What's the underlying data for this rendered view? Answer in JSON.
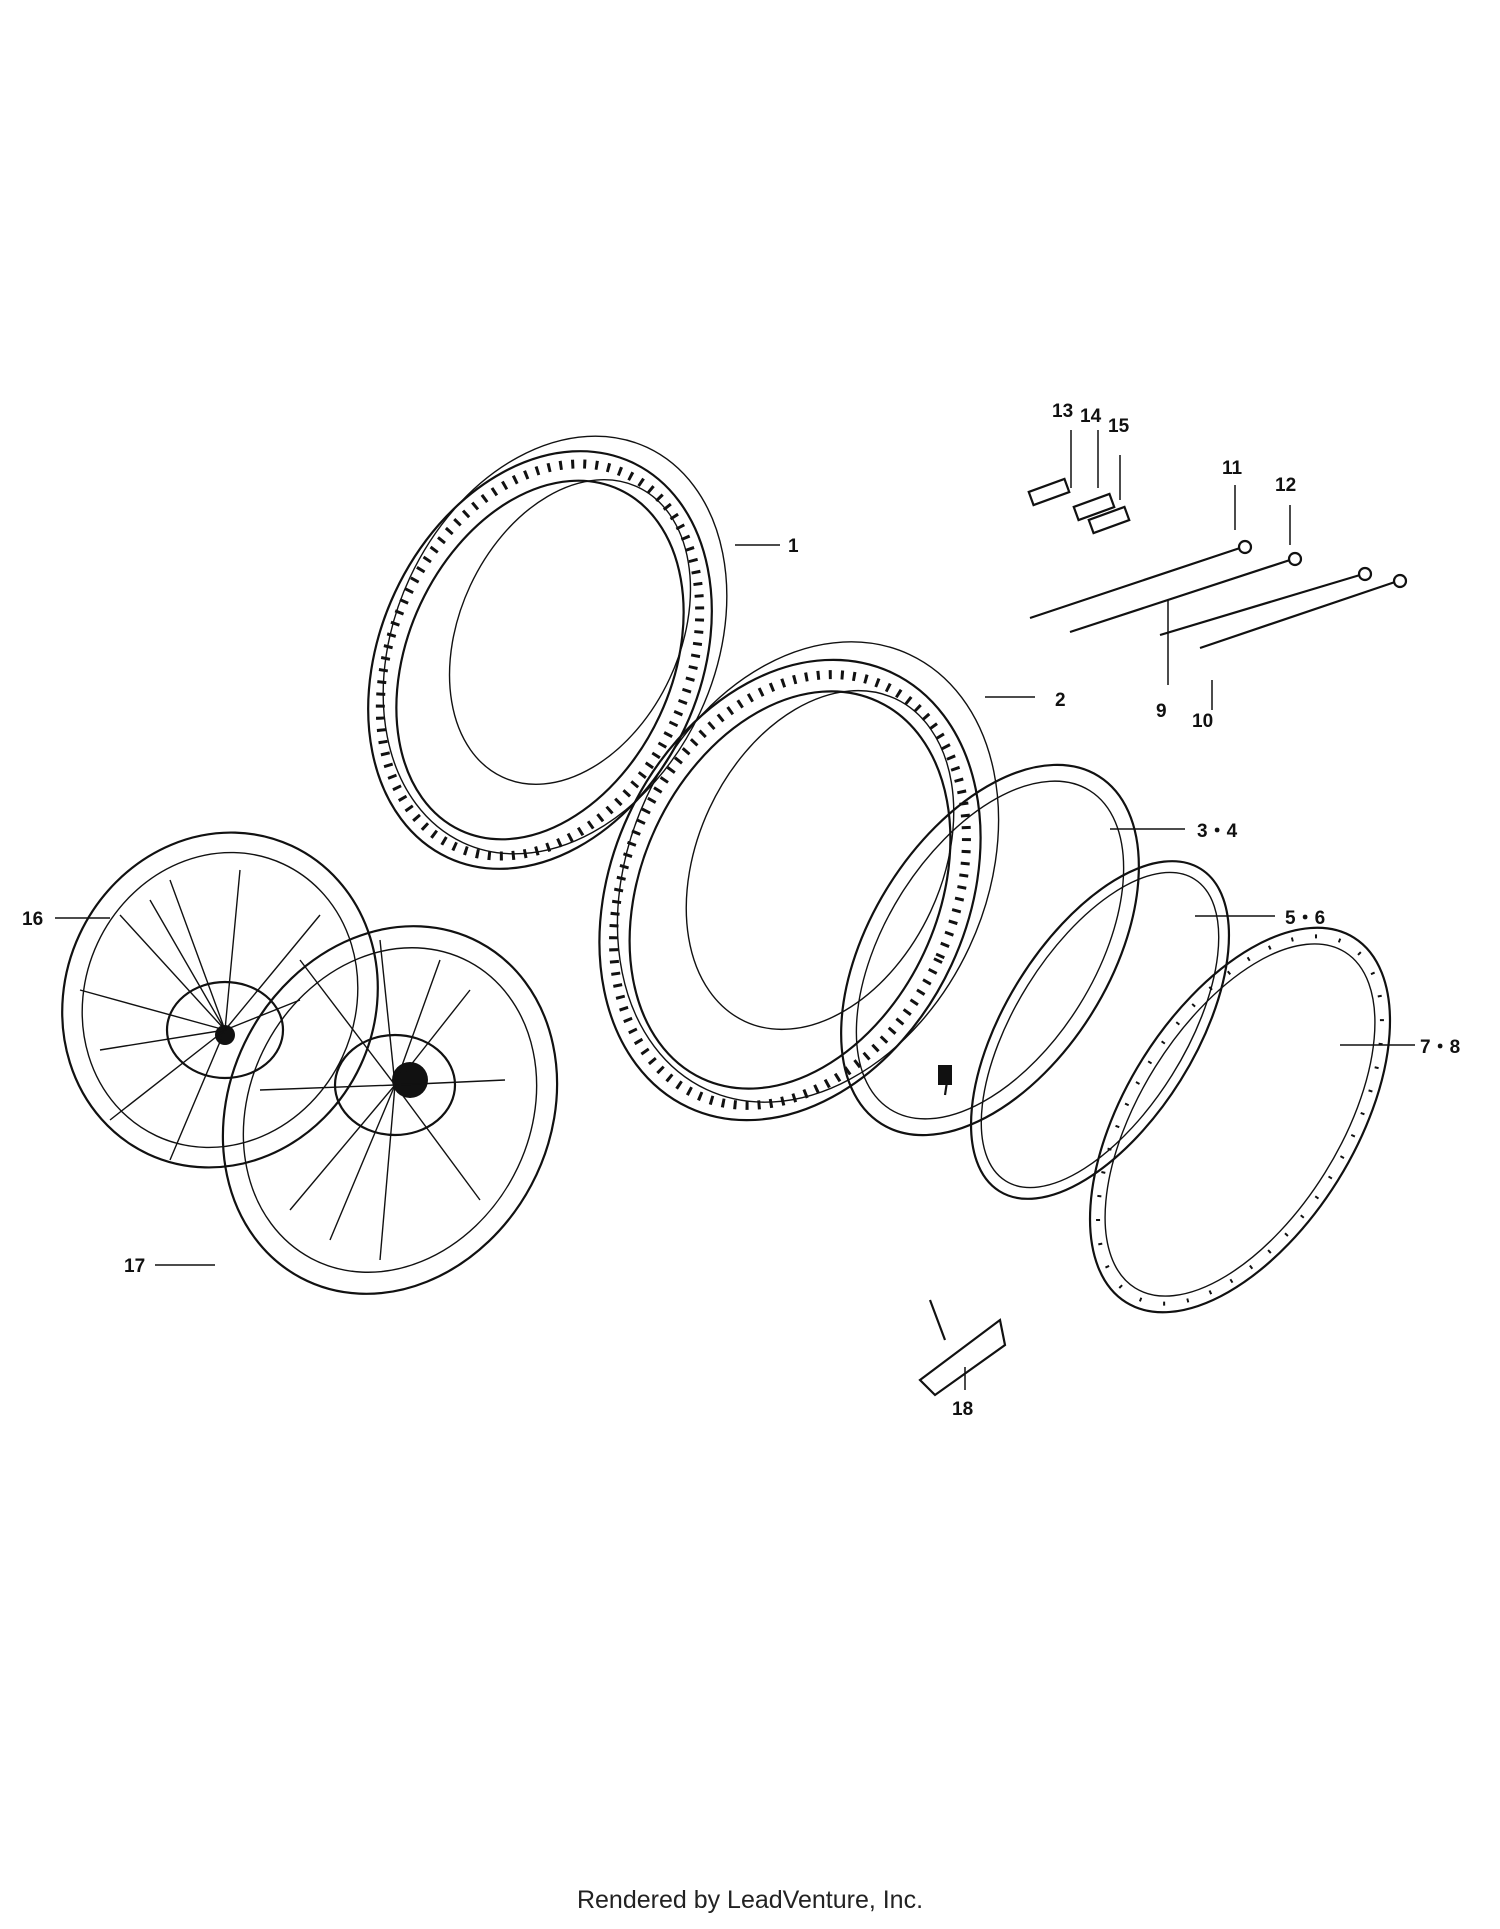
{
  "callouts": {
    "c1": "1",
    "c2": "2",
    "c3": "3・4",
    "c5": "5・6",
    "c7": "7・8",
    "c9": "9",
    "c10": "10",
    "c11": "11",
    "c12": "12",
    "c13": "13",
    "c14": "14",
    "c15": "15",
    "c16": "16",
    "c17": "17",
    "c18": "18"
  },
  "footer": "Rendered by LeadVenture, Inc."
}
